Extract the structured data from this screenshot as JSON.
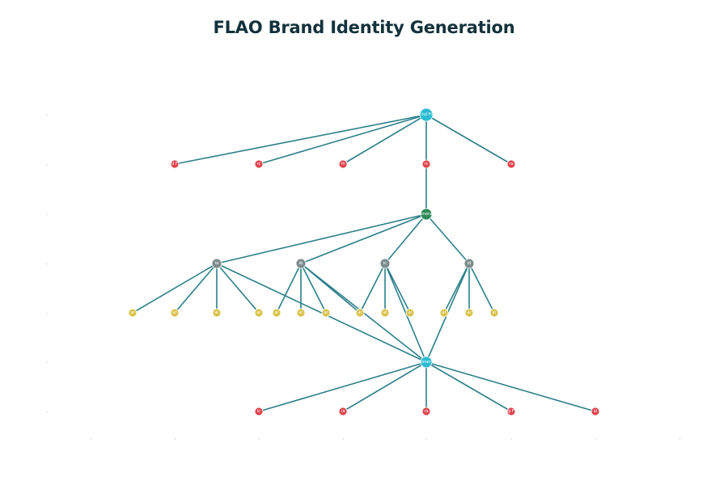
{
  "title": "FLAO Brand Identity Generation",
  "colors": {
    "background": "#ffffff",
    "title": "#13323c",
    "edge": "#2b7f8a",
    "root": "#2bbcd4",
    "output": "#e0444e",
    "intermediate": "#2e8b57",
    "branch": "#7f8c8d",
    "leaf": "#d9c24a",
    "merge": "#2bbcd4"
  },
  "nodes": [
    {
      "id": "root",
      "label": "ind Fl",
      "group": "root"
    },
    {
      "id": "r1",
      "label": "d F",
      "group": "output"
    },
    {
      "id": "r2",
      "label": "rc",
      "group": "output"
    },
    {
      "id": "r3",
      "label": "rh",
      "group": "output"
    },
    {
      "id": "r4",
      "label": "rc",
      "group": "output"
    },
    {
      "id": "r5",
      "label": "ra",
      "group": "output"
    },
    {
      "id": "hub",
      "label": "enera",
      "group": "intermediate"
    },
    {
      "id": "g1",
      "label": "ia",
      "group": "branch"
    },
    {
      "id": "g2",
      "label": "ib",
      "group": "branch"
    },
    {
      "id": "g3",
      "label": "ic",
      "group": "branch"
    },
    {
      "id": "g4",
      "label": "id",
      "group": "branch"
    },
    {
      "id": "l1",
      "label": "ar",
      "group": "leaf"
    },
    {
      "id": "l2",
      "label": "ar",
      "group": "leaf"
    },
    {
      "id": "l3",
      "label": "ar",
      "group": "leaf"
    },
    {
      "id": "l4",
      "label": "ar",
      "group": "leaf"
    },
    {
      "id": "l5",
      "label": "ar",
      "group": "leaf"
    },
    {
      "id": "l6",
      "label": "ar",
      "group": "leaf"
    },
    {
      "id": "l7",
      "label": "ar",
      "group": "leaf"
    },
    {
      "id": "l8",
      "label": "ar",
      "group": "leaf"
    },
    {
      "id": "l9",
      "label": "ar",
      "group": "leaf"
    },
    {
      "id": "l10",
      "label": "ar",
      "group": "leaf"
    },
    {
      "id": "l11",
      "label": "ar",
      "group": "leaf"
    },
    {
      "id": "l12",
      "label": "ar",
      "group": "leaf"
    },
    {
      "id": "l13",
      "label": "ar",
      "group": "leaf"
    },
    {
      "id": "merge",
      "label": "ener",
      "group": "merge"
    },
    {
      "id": "b1",
      "label": "lc",
      "group": "output"
    },
    {
      "id": "b2",
      "label": "ra",
      "group": "output"
    },
    {
      "id": "b3",
      "label": "ra",
      "group": "output"
    },
    {
      "id": "b4",
      "label": "g F",
      "group": "output"
    },
    {
      "id": "b5",
      "label": "al",
      "group": "output"
    }
  ],
  "edges": [
    [
      "root",
      "r1"
    ],
    [
      "root",
      "r2"
    ],
    [
      "root",
      "r3"
    ],
    [
      "root",
      "r4"
    ],
    [
      "root",
      "r5"
    ],
    [
      "r4",
      "hub"
    ],
    [
      "hub",
      "g1"
    ],
    [
      "hub",
      "g2"
    ],
    [
      "hub",
      "g3"
    ],
    [
      "hub",
      "g4"
    ],
    [
      "g1",
      "l1"
    ],
    [
      "g1",
      "l2"
    ],
    [
      "g1",
      "l3"
    ],
    [
      "g1",
      "l4"
    ],
    [
      "g2",
      "l5"
    ],
    [
      "g2",
      "l6"
    ],
    [
      "g2",
      "l7"
    ],
    [
      "g2",
      "l8"
    ],
    [
      "g3",
      "l8"
    ],
    [
      "g3",
      "l9"
    ],
    [
      "g3",
      "l10"
    ],
    [
      "g4",
      "l11"
    ],
    [
      "g4",
      "l12"
    ],
    [
      "g4",
      "l13"
    ],
    [
      "g1",
      "merge"
    ],
    [
      "g2",
      "merge"
    ],
    [
      "g3",
      "merge"
    ],
    [
      "g4",
      "merge"
    ],
    [
      "merge",
      "b1"
    ],
    [
      "merge",
      "b2"
    ],
    [
      "merge",
      "b3"
    ],
    [
      "merge",
      "b4"
    ],
    [
      "merge",
      "b5"
    ]
  ]
}
